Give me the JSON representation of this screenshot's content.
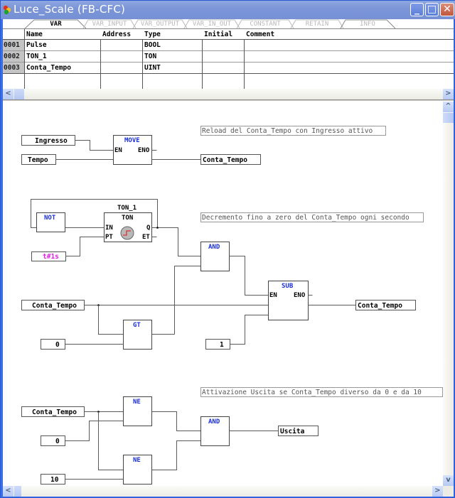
{
  "window": {
    "title": "Luce_Scale (FB-CFC)",
    "buttons": {
      "minimize": "_",
      "maximize": "□",
      "close": "✕"
    }
  },
  "tabs": [
    "VAR",
    "VAR_INPUT",
    "VAR_OUTPUT",
    "VAR_IN_OUT",
    "CONSTANT",
    "RETAIN",
    "INFO"
  ],
  "active_tab": "VAR",
  "var_table": {
    "columns": [
      "Name",
      "Address",
      "Type",
      "Initial",
      "Comment"
    ],
    "rows": [
      {
        "num": "0001",
        "name": "Pulse",
        "address": "",
        "type": "BOOL",
        "initial": "",
        "comment": ""
      },
      {
        "num": "0002",
        "name": "TON_1",
        "address": "",
        "type": "TON",
        "initial": "",
        "comment": ""
      },
      {
        "num": "0003",
        "name": "Conta_Tempo",
        "address": "",
        "type": "UINT",
        "initial": "",
        "comment": ""
      }
    ]
  },
  "scroll": {
    "left": "<",
    "right": ">",
    "up": "^",
    "down": "v"
  },
  "diagram": {
    "network1": {
      "comment": "Reload del Conta_Tempo con Ingresso attivo",
      "in1": "Ingresso",
      "in2": "Tempo",
      "block": {
        "name": "MOVE",
        "pin_en": "EN",
        "pin_eno": "ENO"
      },
      "out": "Conta_Tempo"
    },
    "network2": {
      "comment": "Decremento fino a zero del Conta_Tempo ogni secondo",
      "not_block": "NOT",
      "ton": {
        "instance": "TON_1",
        "name": "TON",
        "pin_in": "IN",
        "pin_pt": "PT",
        "pin_q": "Q",
        "pin_et": "ET"
      },
      "pt_const": "t#1s",
      "and_block": "AND",
      "var_in": "Conta_Tempo",
      "gt_block": "GT",
      "const_zero": "0",
      "sub": {
        "name": "SUB",
        "pin_en": "EN",
        "pin_eno": "ENO"
      },
      "const_one": "1",
      "out": "Conta_Tempo"
    },
    "network3": {
      "comment": "Attivazione Uscita se Conta_Tempo diverso da 0 e da 10",
      "var_in": "Conta_Tempo",
      "ne1": "NE",
      "ne2": "NE",
      "const_zero": "0",
      "const_ten": "10",
      "and_block": "AND",
      "out": "Uscita"
    }
  }
}
